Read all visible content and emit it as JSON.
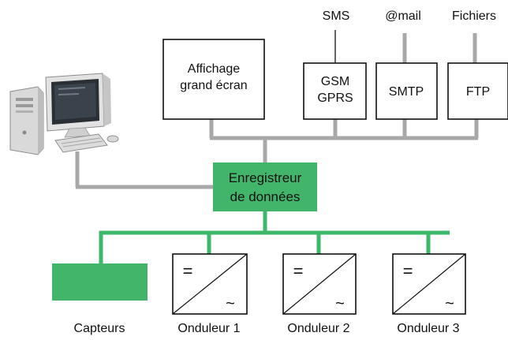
{
  "colors": {
    "gray_wire": "#a8a8a8",
    "green": "#3cb86a",
    "green_box": "#43b56b",
    "box_stroke": "#111111",
    "text": "#111111"
  },
  "labels": {
    "sms": "SMS",
    "mail": "@mail",
    "fichiers": "Fichiers",
    "affichage_line1": "Affichage",
    "affichage_line2": "grand écran",
    "gsm_line1": "GSM",
    "gsm_line2": "GPRS",
    "smtp": "SMTP",
    "ftp": "FTP",
    "enregistreur_line1": "Enregistreur",
    "enregistreur_line2": "de données",
    "capteurs": "Capteurs",
    "onduleur1": "Onduleur 1",
    "onduleur2": "Onduleur 2",
    "onduleur3": "Onduleur 3",
    "dc_symbol": "=",
    "ac_symbol": "~"
  },
  "icons": {
    "computer": "desktop-computer-icon",
    "inverter": "inverter-dc-ac-icon"
  }
}
